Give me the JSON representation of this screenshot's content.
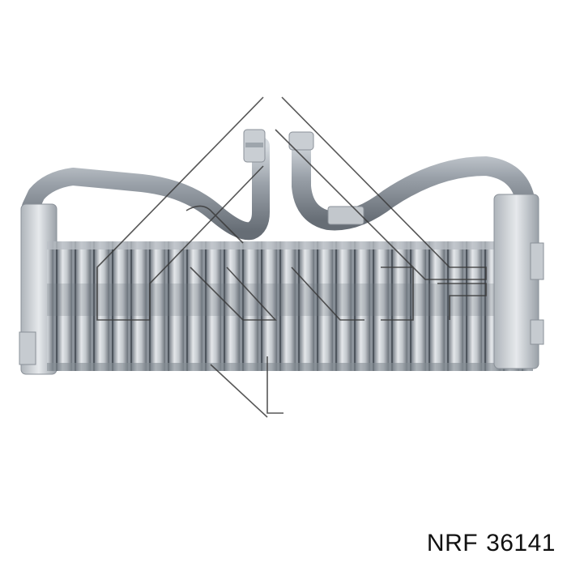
{
  "product": {
    "brand": "NRF",
    "part_number": "36141",
    "watermark_text": "NRF"
  },
  "colors": {
    "background": "#ffffff",
    "metal_light": "#d9dde2",
    "metal_mid": "#a7adb5",
    "metal_dark": "#5f6670",
    "pipe": "#8f979f",
    "watermark": "#3a3a3a",
    "caption_text": "#111111"
  },
  "icons": [
    "evaporator-illustration",
    "nrf-watermark-logo"
  ]
}
